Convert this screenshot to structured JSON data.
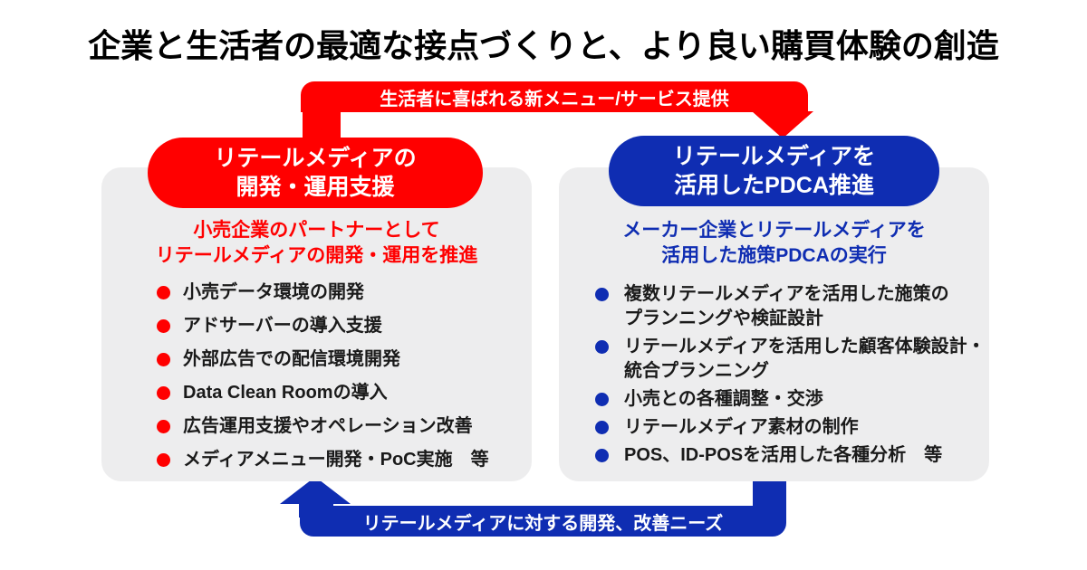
{
  "title": "企業と生活者の最適な接点づくりと、より良い購買体験の創造",
  "colors": {
    "red": "#FF0000",
    "blue": "#0F2DB2",
    "panel_bg": "#EDEDEE",
    "text_dark": "#1A1A1A"
  },
  "top_arrow": {
    "label": "生活者に喜ばれる新メニュー/サービス提供"
  },
  "bottom_arrow": {
    "label": "リテールメディアに対する開発、改善ニーズ"
  },
  "left_panel": {
    "header": "リテールメディアの\n開発・運用支援",
    "subtitle": "小売企業のパートナーとして\nリテールメディアの開発・運用を推進",
    "items": [
      "小売データ環境の開発",
      "アドサーバーの導入支援",
      "外部広告での配信環境開発",
      "Data Clean Roomの導入",
      "広告運用支援やオペレーション改善",
      "メディアメニュー開発・PoC実施　等"
    ]
  },
  "right_panel": {
    "header": "リテールメディアを\n活用したPDCA推進",
    "subtitle": "メーカー企業とリテールメディアを\n活用した施策PDCAの実行",
    "items": [
      "複数リテールメディアを活用した施策の\nプランニングや検証設計",
      "リテールメディアを活用した顧客体験設計・\n統合プランニング",
      "小売との各種調整・交渉",
      "リテールメディア素材の制作",
      "POS、ID-POSを活用した各種分析　等"
    ]
  }
}
